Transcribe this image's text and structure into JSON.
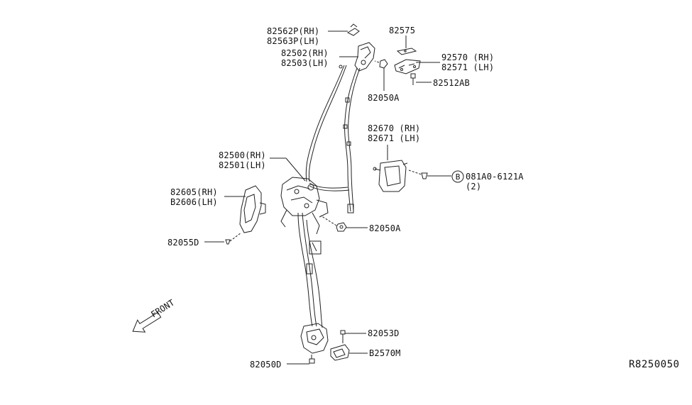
{
  "diagram_code": "R8250050",
  "front_label": "FRONT",
  "callout_b": {
    "letter": "B",
    "part": "081A0-6121A",
    "qty": "(2)"
  },
  "labels": {
    "p82562": [
      "82562P(RH)",
      "82563P(LH)"
    ],
    "p82575": "82575",
    "p82502": [
      "82502(RH)",
      "82503(LH)"
    ],
    "p92570": [
      "92570 (RH)",
      "82571 (LH)"
    ],
    "p82512": "82512AB",
    "p82050a_top": "82050A",
    "p82670": [
      "82670 (RH)",
      "82671 (LH)"
    ],
    "p82500": [
      "82500(RH)",
      "82501(LH)"
    ],
    "p82605": [
      "82605(RH)",
      "B2606(LH)"
    ],
    "p82050a_mid": "82050A",
    "p82055": "82055D",
    "p82053": "82053D",
    "p82570m": "B2570M",
    "p82050d": "82050D"
  }
}
